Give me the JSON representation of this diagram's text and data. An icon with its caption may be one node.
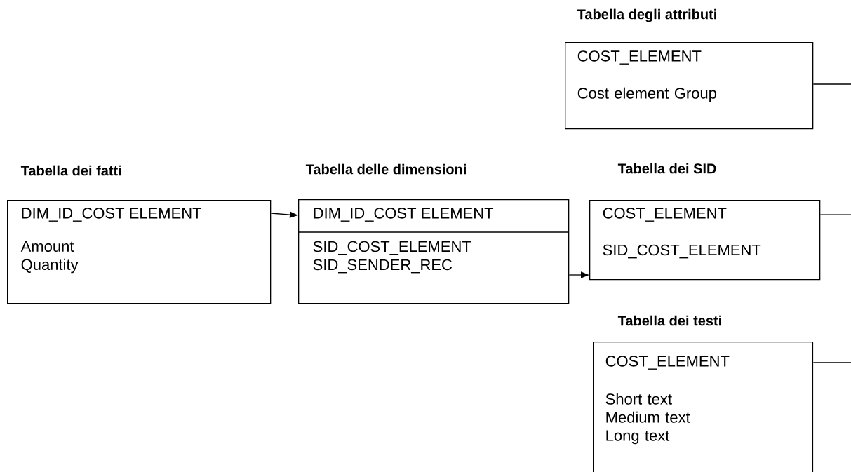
{
  "diagram": {
    "nodes": [
      {
        "text": [
          "Tabella dei fatti",
          "DIM_ID_COST ELEMENT",
          "Amount Quantity"
        ]
      },
      {
        "text": [
          "Tabella delle dimensioni",
          "DIM_ID_COST ELEMENT",
          "SID_COST_ELEMENT SID_SENDER_REC"
        ]
      },
      {
        "text": [
          "Tabella degli attributi",
          "COST_ELEMENT",
          "Cost element Group"
        ]
      },
      {
        "text": [
          "Tabella dei SID",
          "COST_ELEMENT",
          "SID_COST_ELEMENT"
        ]
      },
      {
        "text": [
          "Tabella dei testi",
          "COST_ELEMENT",
          "Short text Medium text Long text"
        ]
      }
    ],
    "edges": [
      {
        "from": 0,
        "to": 1,
        "arrow": "to"
      },
      {
        "from": 1,
        "to": 3,
        "arrow": "to"
      },
      {
        "from": 2,
        "to": null,
        "arrow": "none"
      },
      {
        "from": 3,
        "to": null,
        "arrow": "none"
      },
      {
        "from": 4,
        "to": null,
        "arrow": "none"
      }
    ]
  }
}
